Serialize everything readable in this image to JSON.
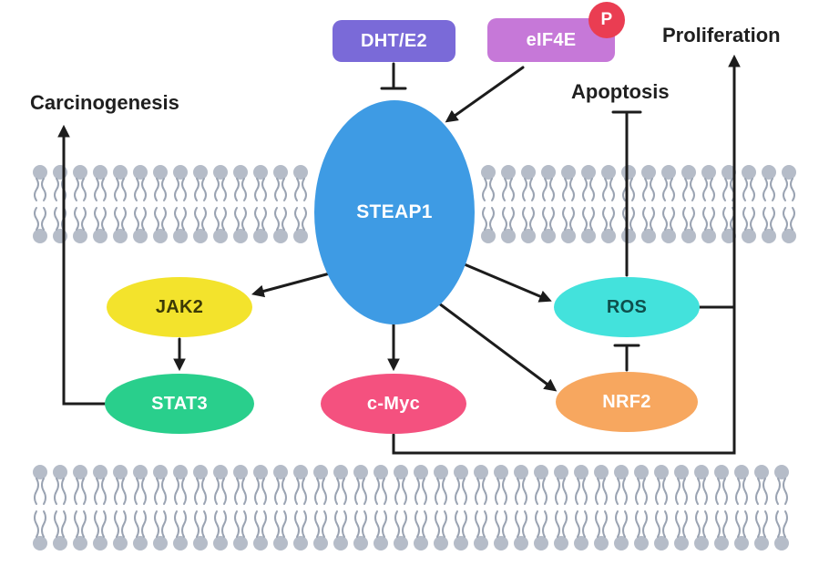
{
  "labels": {
    "carcinogenesis": "Carcinogenesis",
    "apoptosis": "Apoptosis",
    "proliferation": "Proliferation"
  },
  "nodes": {
    "dht_e2": {
      "label": "DHT/E2",
      "color": "#7a6ad8",
      "text_color": "#ffffff",
      "shape": "rounded-rect"
    },
    "eif4e": {
      "label": "eIF4E",
      "color": "#c678d8",
      "text_color": "#ffffff",
      "shape": "rounded-rect"
    },
    "phospho": {
      "label": "P",
      "color": "#ea3d52",
      "text_color": "#ffffff",
      "shape": "circle"
    },
    "steap1": {
      "label": "STEAP1",
      "color": "#3e9be4",
      "text_color": "#ffffff",
      "shape": "ellipse"
    },
    "jak2": {
      "label": "JAK2",
      "color": "#f3e32c",
      "text_color": "#3c3a06",
      "shape": "ellipse"
    },
    "stat3": {
      "label": "STAT3",
      "color": "#29cf8c",
      "text_color": "#ffffff",
      "shape": "ellipse"
    },
    "cmyc": {
      "label": "c-Myc",
      "color": "#f4517f",
      "text_color": "#ffffff",
      "shape": "ellipse"
    },
    "nrf2": {
      "label": "NRF2",
      "color": "#f7a75f",
      "text_color": "#ffffff",
      "shape": "ellipse"
    },
    "ros": {
      "label": "ROS",
      "color": "#43e2dc",
      "text_color": "#0e4f4c",
      "shape": "ellipse"
    }
  },
  "membrane": {
    "head_color": "#b5bcc8",
    "tail_color": "#9aa3b2"
  },
  "connector_color": "#1c1c1c",
  "edges": [
    {
      "from": "DHT/E2",
      "to": "STEAP1",
      "type": "inhibition"
    },
    {
      "from": "eIF4E",
      "to": "STEAP1",
      "type": "activation"
    },
    {
      "from": "STEAP1",
      "to": "JAK2",
      "type": "activation"
    },
    {
      "from": "JAK2",
      "to": "STAT3",
      "type": "activation"
    },
    {
      "from": "STAT3",
      "to": "Carcinogenesis",
      "type": "activation"
    },
    {
      "from": "STEAP1",
      "to": "c-Myc",
      "type": "activation"
    },
    {
      "from": "STEAP1",
      "to": "NRF2",
      "type": "activation"
    },
    {
      "from": "STEAP1",
      "to": "ROS",
      "type": "activation"
    },
    {
      "from": "NRF2",
      "to": "ROS",
      "type": "inhibition"
    },
    {
      "from": "ROS",
      "to": "Apoptosis",
      "type": "inhibition"
    },
    {
      "from": "ROS",
      "to": "Proliferation",
      "type": "activation"
    },
    {
      "from": "c-Myc",
      "to": "Proliferation",
      "type": "activation"
    }
  ]
}
